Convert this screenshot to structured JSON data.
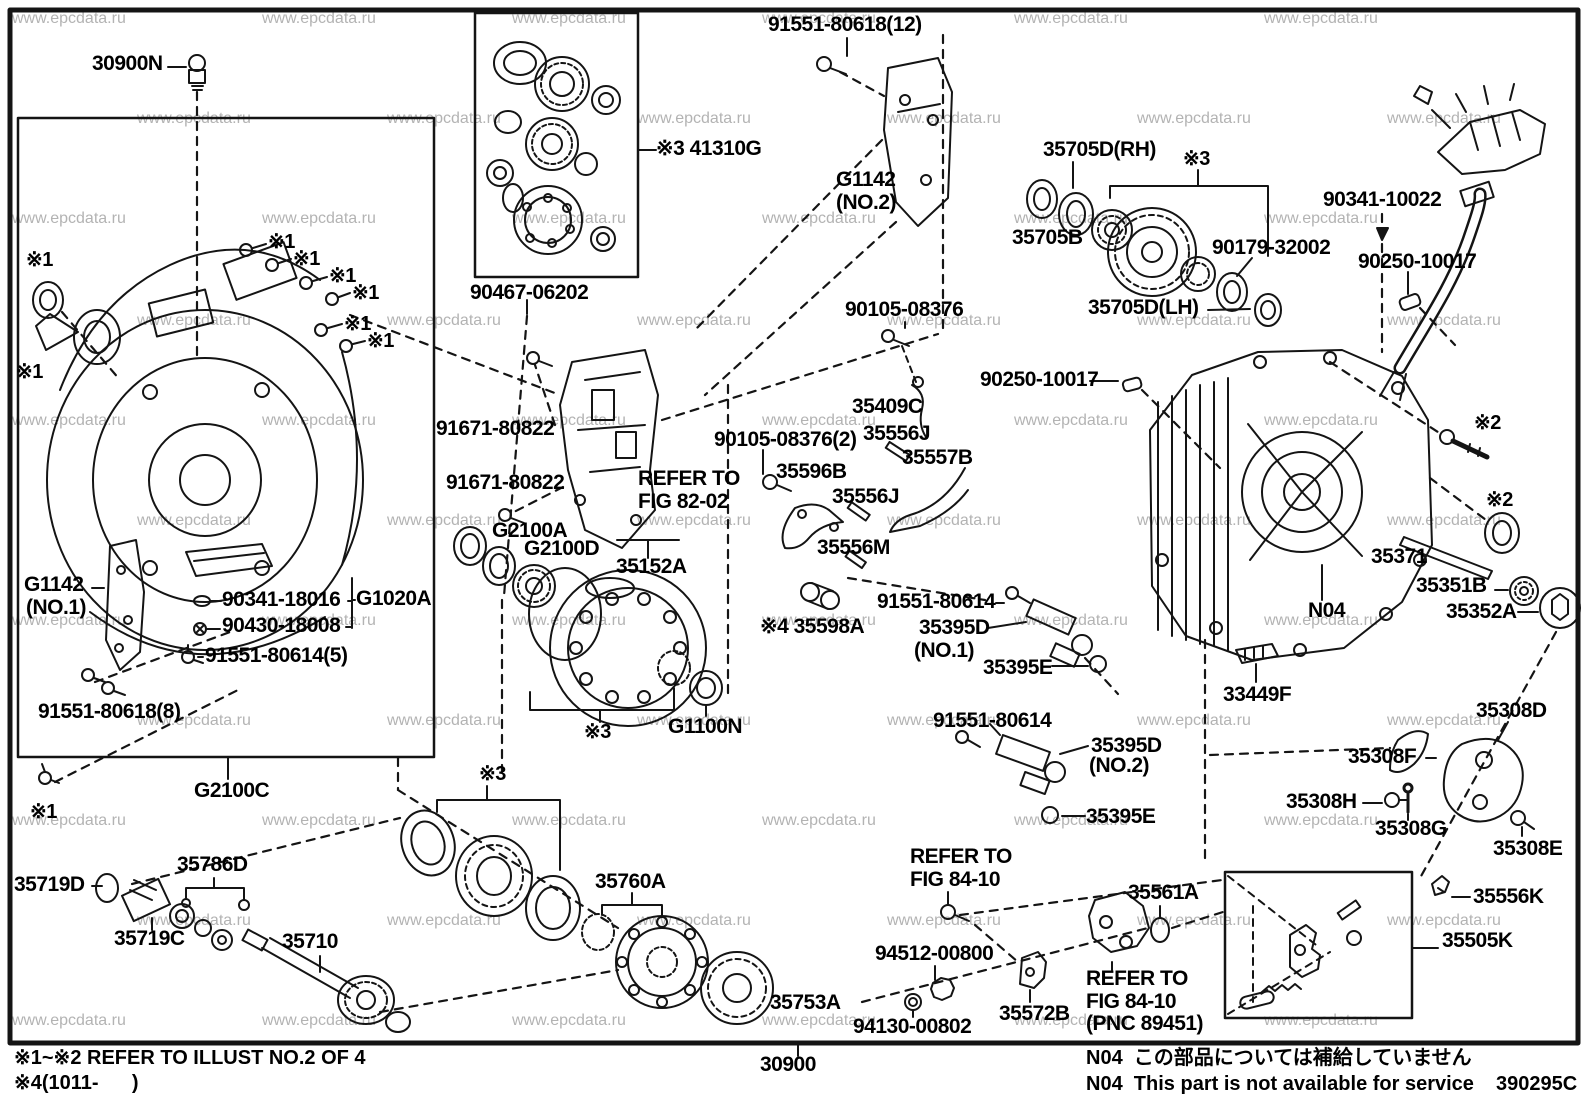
{
  "watermark": "www.epcdata.ru",
  "figure": {
    "code": "390295C",
    "main_part": "30900",
    "notes": {
      "ref_illust": "※1~※2 REFER TO ILLUST NO.2 OF 4",
      "applicability": "※4(1011-      )",
      "n04_jp": "N04  この部品については補給していません",
      "n04_en": "N04  This part is not available for service"
    },
    "refs": {
      "fig8202": "REFER TO\nFIG 82-02",
      "fig8410": "REFER TO\nFIG 84-10",
      "fig8410_pnc": "REFER TO\nFIG 84-10\n(PNC 89451)"
    }
  },
  "markers": {
    "m1": "※1",
    "m2": "※2",
    "m3": "※3",
    "m4": "※4"
  },
  "parts": {
    "p30900n": "30900N",
    "p41310g": "※3 41310G",
    "p90467_06202": "90467-06202",
    "p91551_80618_12": "91551-80618(12)",
    "g1142": "G1142",
    "no1": "(NO.1)",
    "no2": "(NO.2)",
    "p90105_08376": "90105-08376",
    "p90105_08376_2": "90105-08376(2)",
    "p35705d_rh": "35705D(RH)",
    "p35705d_lh": "35705D(LH)",
    "p35705b": "35705B",
    "p90341_10022": "90341-10022",
    "p90179_32002": "90179-32002",
    "p90250_10017": "90250-10017",
    "p35409c": "35409C",
    "p35556j": "35556J",
    "p35557b": "35557B",
    "p35596b": "35596B",
    "p35556m": "35556M",
    "p35598a": "※4 35598A",
    "p91551_80614": "91551-80614",
    "p35395d": "35395D",
    "p35395e": "35395E",
    "p33449f": "33449F",
    "p35308d": "35308D",
    "p35308f": "35308F",
    "p35308h": "35308H",
    "p35308g": "35308G",
    "p35308e": "35308E",
    "p35556k": "35556K",
    "p35561a": "35561A",
    "p35505k": "35505K",
    "p94512_00800": "94512-00800",
    "p94130_00802": "94130-00802",
    "p35572b": "35572B",
    "p35753a": "35753A",
    "p35760a": "35760A",
    "g1100n": "G1100N",
    "g2100c": "G2100C",
    "p35719d": "35719D",
    "p35786d": "35786D",
    "p35719c": "35719C",
    "p35710": "35710",
    "p91551_80618_8": "91551-80618(8)",
    "p91551_80614_5": "91551-80614(5)",
    "p90341_18016": "90341-18016",
    "g1020a": "G1020A",
    "p90430_18008": "90430-18008",
    "p91671_80822": "91671-80822",
    "g2100a": "G2100A",
    "g2100d": "G2100D",
    "p35152a": "35152A",
    "p35371": "35371",
    "p35351b": "35351B",
    "p35352a": "35352A",
    "n04": "N04"
  }
}
